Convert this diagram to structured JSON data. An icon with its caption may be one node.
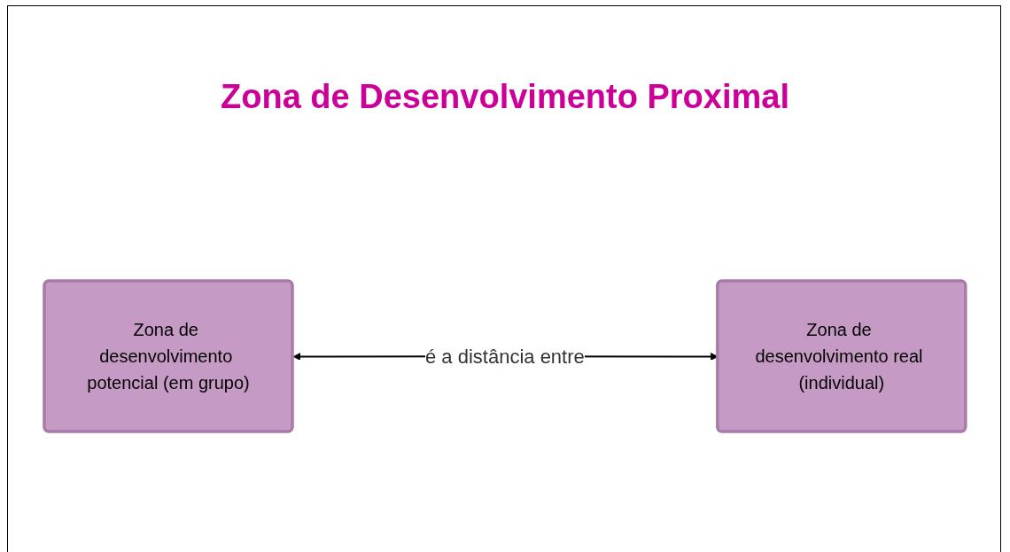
{
  "diagram": {
    "title": "Zona de Desenvolvimento Proximal",
    "nodes": [
      {
        "text": [
          "Zona de desenvolvimento potencial (em grupo)"
        ]
      },
      {
        "text": [
          "Zona de desenvolvimento real (individual)"
        ]
      }
    ],
    "edges": [
      {
        "from": 0,
        "to": 1,
        "arrow": "both",
        "label": "é a distância entre"
      }
    ]
  }
}
